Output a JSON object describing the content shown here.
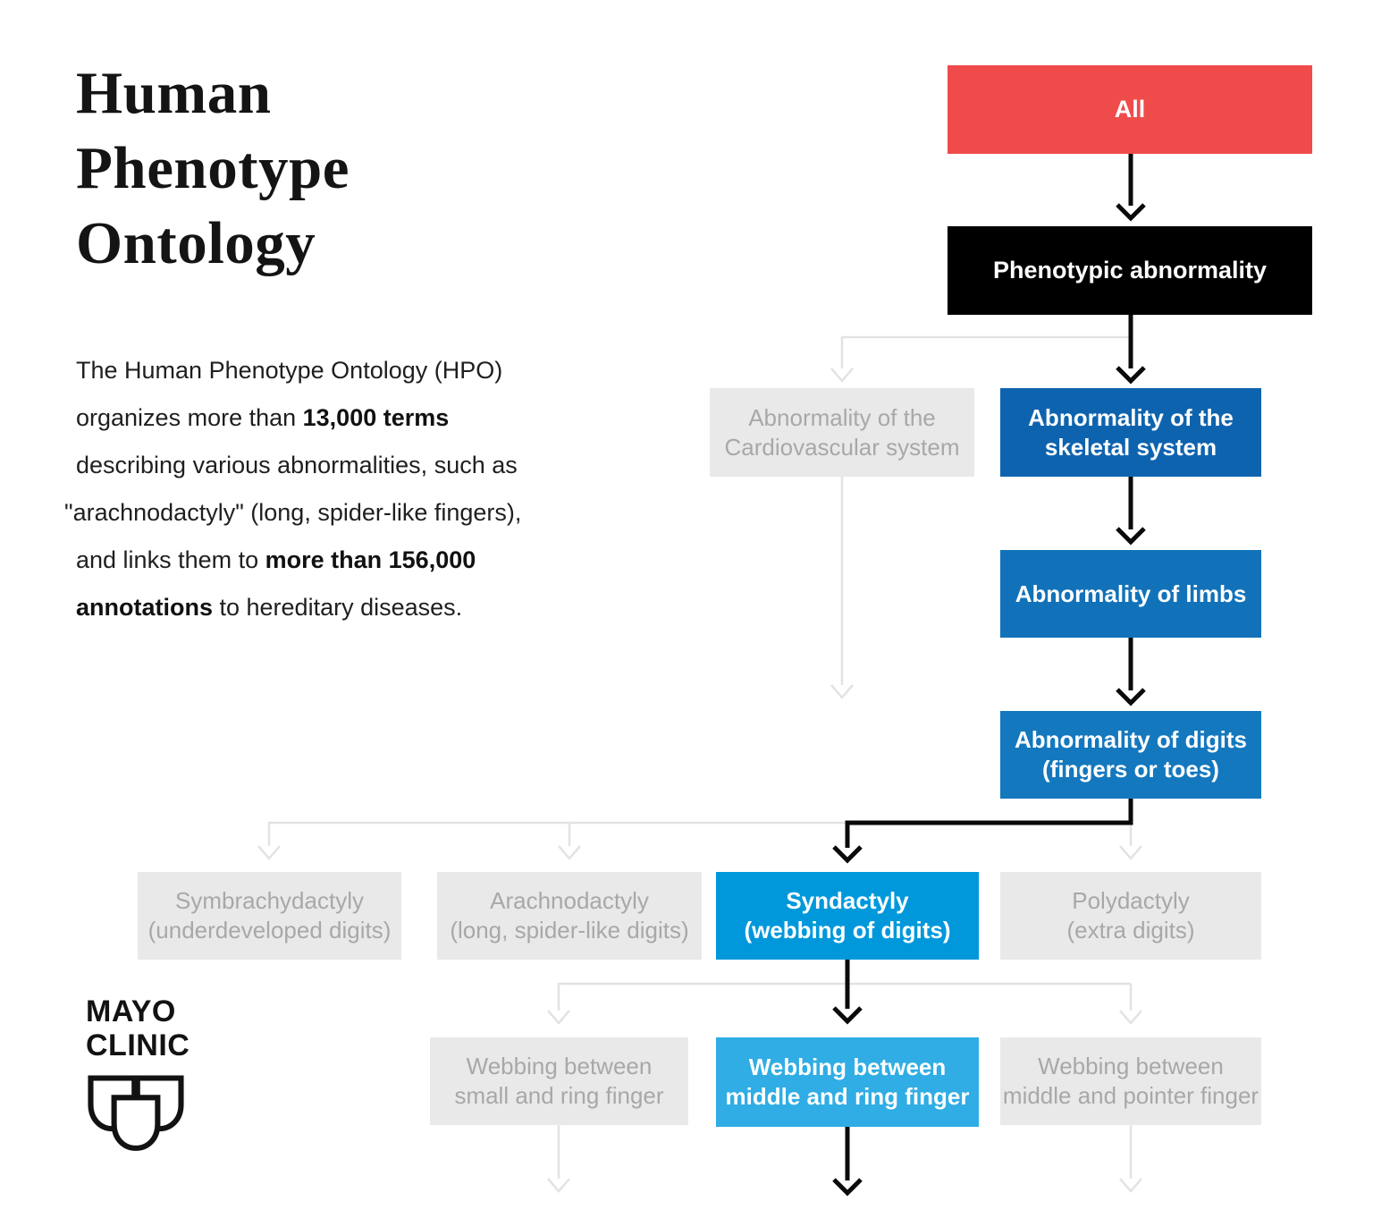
{
  "title": {
    "line1": "Human",
    "line2": "Phenotype",
    "line3": "Ontology"
  },
  "intro": {
    "line1": "The Human Phenotype Ontology (HPO)",
    "line2_pre": "organizes more than ",
    "line2_bold": "13,000 terms",
    "line3": "describing various abnormalities, such as",
    "line4": "\"arachnodactyly\" (long, spider-like fingers),",
    "line5_pre": "and links them to ",
    "line5_bold": "more than 156,000",
    "line6_bold": "annotations",
    "line6_post": " to hereditary diseases."
  },
  "logo": {
    "word1": "MAYO",
    "word2": "CLINIC",
    "emblem": "three-shields-icon"
  },
  "nodes": {
    "all": {
      "label": "All",
      "state": "root"
    },
    "phenotypic": {
      "label": "Phenotypic abnormality",
      "state": "active"
    },
    "cardio": {
      "line1": "Abnormality of the",
      "line2": "Cardiovascular system",
      "state": "inactive"
    },
    "skeletal": {
      "line1": "Abnormality of the",
      "line2": "skeletal system",
      "state": "active"
    },
    "limbs": {
      "line1": "Abnormality of limbs",
      "state": "active"
    },
    "digits": {
      "line1": "Abnormality of digits",
      "line2": "(fingers or toes)",
      "state": "active"
    },
    "symbrachydactyly": {
      "line1": "Symbrachydactyly",
      "line2": "(underdeveloped digits)",
      "state": "inactive"
    },
    "arachnodactyly": {
      "line1": "Arachnodactyly",
      "line2": "(long, spider-like digits)",
      "state": "inactive"
    },
    "syndactyly": {
      "line1": "Syndactyly",
      "line2": "(webbing of digits)",
      "state": "active"
    },
    "polydactyly": {
      "line1": "Polydactyly",
      "line2": "(extra digits)",
      "state": "inactive"
    },
    "webbing_small_ring": {
      "line1": "Webbing between",
      "line2": "small and ring finger",
      "state": "inactive"
    },
    "webbing_middle_ring": {
      "line1": "Webbing between",
      "line2": "middle and ring finger",
      "state": "active"
    },
    "webbing_middle_pointer": {
      "line1": "Webbing between",
      "line2": "middle and pointer finger",
      "state": "inactive"
    }
  },
  "colors": {
    "root_red": "#EF4B4B",
    "phenotypic_black": "#000000",
    "skeletal_blue": "#0E63AE",
    "limbs_blue": "#1272B9",
    "digits_blue": "#1478BE",
    "syndactyly_blue": "#0098DB",
    "webbing_blue": "#2FADE4",
    "inactive_box_gray": "#E9E9E9",
    "inactive_text_gray": "#A8A8A8",
    "connector_gray": "#E3E3E3",
    "connector_black": "#0A0A0A"
  }
}
